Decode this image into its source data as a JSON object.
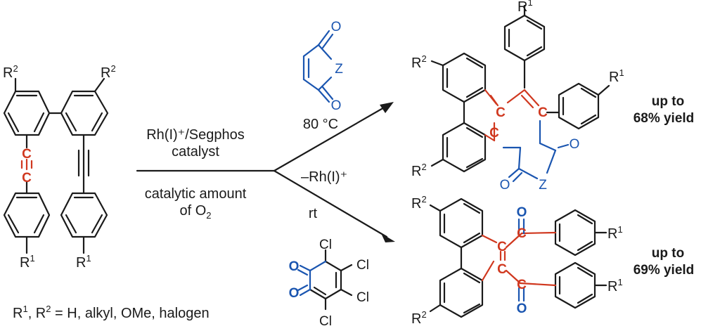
{
  "colors": {
    "black": "#1a1a1a",
    "red": "#d0381f",
    "blue": "#1a55b0"
  },
  "conditions": {
    "catalyst_line1": "Rh(I)⁺/Segphos",
    "catalyst_line2": "catalyst",
    "oxidant_line1": "catalytic amount",
    "oxidant_line2_prefix": "of O",
    "oxidant_line2_sub": "2"
  },
  "upper_branch": {
    "temperature": "80 °C",
    "reagent": "maleimide-type dienophile",
    "reagent_Z": "Z",
    "reagent_O": "O",
    "product_yield_line1": "up to",
    "product_yield_line2": "68% yield"
  },
  "lower_branch": {
    "elimination": "–Rh(I)⁺",
    "temperature": "rt",
    "reagent": "tetrachloro-o-benzoquinone",
    "chloro": "Cl",
    "product_yield_line1": "up to",
    "product_yield_line2": "69% yield"
  },
  "substituents": {
    "R": "R",
    "sup1": "1",
    "sup2": "2",
    "footnote_R1": "R",
    "footnote_sup1": "1",
    "footnote_sep": ", R",
    "footnote_sup2": "2",
    "footnote_rest": " = H, alkyl, OMe, halogen"
  },
  "atoms": {
    "carbon": "C",
    "oxygen": "O",
    "Z": "Z"
  }
}
